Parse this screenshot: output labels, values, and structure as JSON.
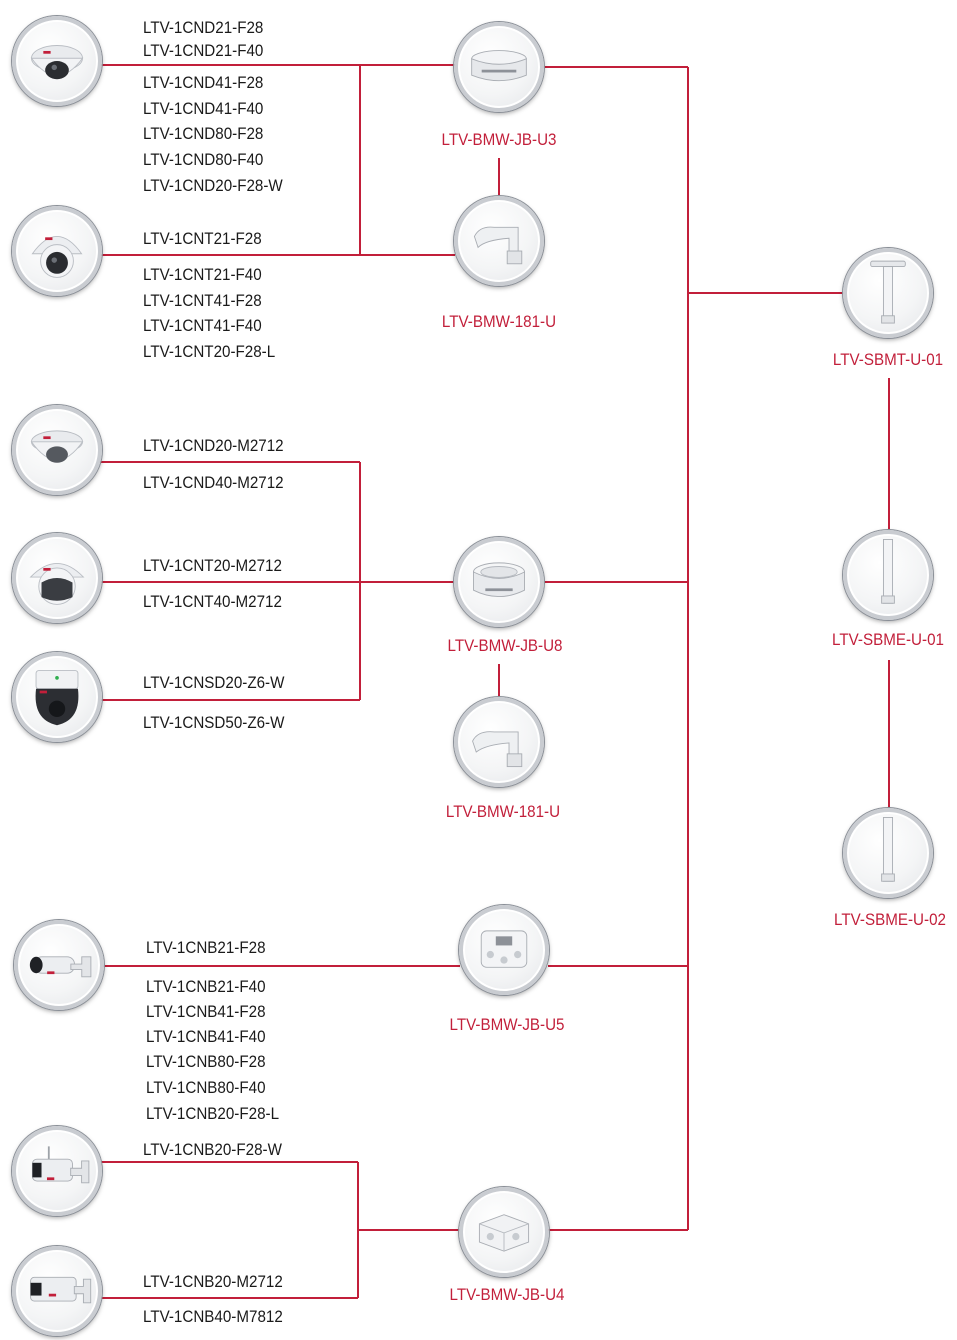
{
  "colors": {
    "line": "#c21f3a",
    "label_accent": "#c21f3a",
    "text": "#1a1a1a"
  },
  "groups": [
    {
      "cameras": [
        {
          "icon": "dome-camera-icon",
          "models": [
            "LTV-1CND21-F28",
            "LTV-1CND21-F40",
            "LTV-1CND41-F28",
            "LTV-1CND41-F40",
            "LTV-1CND80-F28",
            "LTV-1CND80-F40",
            "LTV-1CND20-F28-W"
          ]
        },
        {
          "icon": "turret-camera-icon",
          "models": [
            "LTV-1CNT21-F28",
            "LTV-1CNT21-F40",
            "LTV-1CNT41-F28",
            "LTV-1CNT41-F40",
            "LTV-1CNT20-F28-L"
          ]
        }
      ],
      "mounts": [
        {
          "icon": "junction-box-icon",
          "label": "LTV-BMW-JB-U3"
        },
        {
          "icon": "wall-bracket-icon",
          "label": "LTV-BMW-181-U"
        }
      ]
    },
    {
      "cameras": [
        {
          "icon": "dome-camera-icon",
          "models": [
            "LTV-1CND20-M2712",
            "LTV-1CND40-M2712"
          ]
        },
        {
          "icon": "turret-camera-icon",
          "models": [
            "LTV-1CNT20-M2712",
            "LTV-1CNT40-M2712"
          ]
        },
        {
          "icon": "ptz-camera-icon",
          "models": [
            "LTV-1CNSD20-Z6-W",
            "LTV-1CNSD50-Z6-W"
          ]
        }
      ],
      "mounts": [
        {
          "icon": "junction-box-icon",
          "label": "LTV-BMW-JB-U8"
        },
        {
          "icon": "wall-bracket-icon",
          "label": "LTV-BMW-181-U"
        }
      ]
    },
    {
      "cameras": [
        {
          "icon": "bullet-camera-icon",
          "models": [
            "LTV-1CNB21-F28",
            "LTV-1CNB21-F40",
            "LTV-1CNB41-F28",
            "LTV-1CNB41-F40",
            "LTV-1CNB80-F28",
            "LTV-1CNB80-F40",
            "LTV-1CNB20-F28-L"
          ]
        }
      ],
      "mounts": [
        {
          "icon": "junction-box-icon",
          "label": "LTV-BMW-JB-U5"
        }
      ]
    },
    {
      "cameras": [
        {
          "icon": "bullet-camera-wifi-icon",
          "models": [
            "LTV-1CNB20-F28-W"
          ]
        },
        {
          "icon": "bullet-camera-icon",
          "models": [
            "LTV-1CNB20-M2712",
            "LTV-1CNB40-M7812"
          ]
        }
      ],
      "mounts": [
        {
          "icon": "junction-box-icon",
          "label": "LTV-BMW-JB-U4"
        }
      ]
    }
  ],
  "poles": [
    {
      "icon": "ceiling-pole-icon",
      "label": "LTV-SBMT-U-01"
    },
    {
      "icon": "extension-pole-icon",
      "label": "LTV-SBME-U-01"
    },
    {
      "icon": "extension-pole-icon",
      "label": "LTV-SBME-U-02"
    }
  ]
}
